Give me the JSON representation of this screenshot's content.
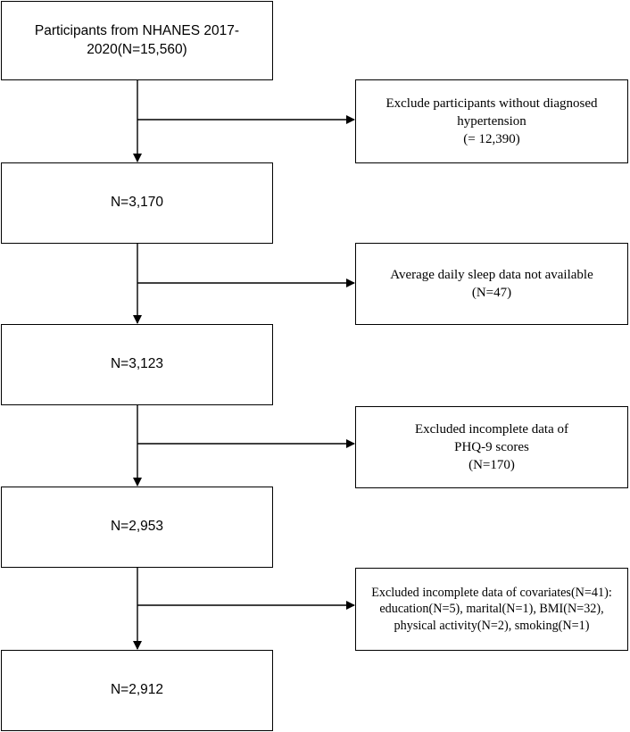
{
  "flowchart": {
    "main_steps": [
      {
        "label": "Participants from NHANES 2017-2020(N=15,560)"
      },
      {
        "label": "N=3,170"
      },
      {
        "label": "N=3,123"
      },
      {
        "label": "N=2,953"
      },
      {
        "label": "N=2,912"
      }
    ],
    "exclusions": [
      {
        "line1": "Exclude participants without diagnosed",
        "line2": "hypertension",
        "line3": "(= 12,390)"
      },
      {
        "line1": "Average daily sleep data not available",
        "line2": "(N=47)"
      },
      {
        "line1": "Excluded incomplete data of",
        "line2": "PHQ-9 scores",
        "line3": "(N=170)"
      },
      {
        "line1": "Excluded incomplete data of covariates(N=41):",
        "line2": "education(N=5), marital(N=1), BMI(N=32),",
        "line3": "physical activity(N=2), smoking(N=1)"
      }
    ]
  }
}
